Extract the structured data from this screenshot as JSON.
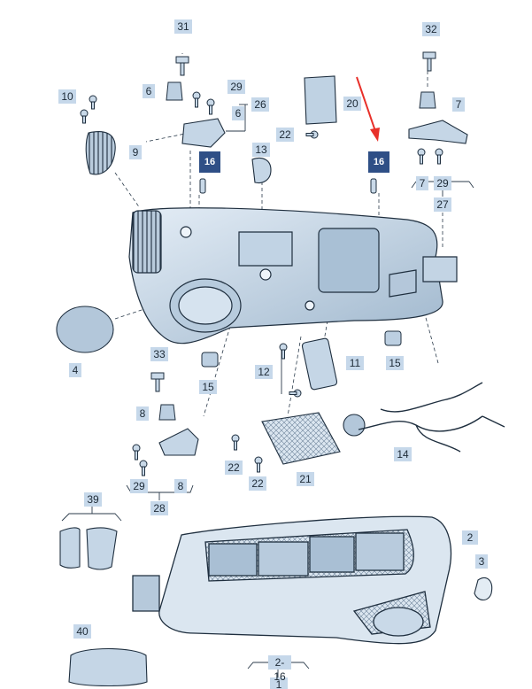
{
  "diagram": {
    "labels": {
      "p1": "1",
      "p2": "2",
      "p2_16": "2-16",
      "p3": "3",
      "p4": "4",
      "p6a": "6",
      "p6b": "6",
      "p7a": "7",
      "p7b": "7",
      "p8a": "8",
      "p8b": "8",
      "p9": "9",
      "p10": "10",
      "p11": "11",
      "p12": "12",
      "p13": "13",
      "p14": "14",
      "p15a": "15",
      "p15b": "15",
      "p16a": "16",
      "p16b": "16",
      "p20": "20",
      "p21": "21",
      "p22a": "22",
      "p22b": "22",
      "p22c": "22",
      "p26": "26",
      "p27": "27",
      "p28": "28",
      "p29a": "29",
      "p29b": "29",
      "p29c": "29",
      "p31": "31",
      "p32": "32",
      "p33": "33",
      "p39": "39",
      "p40": "40"
    },
    "colors": {
      "label_bg": "#c6d8ea",
      "highlight_label_bg": "#2f4f86",
      "part_fill": "#c9d9e8",
      "part_stroke": "#1f2f3f",
      "arrow": "#e8302a"
    }
  }
}
